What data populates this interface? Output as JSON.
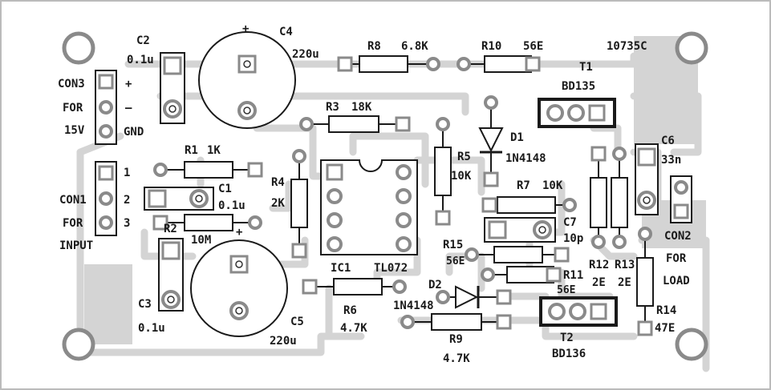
{
  "board_id": "10735C",
  "connectors": {
    "con3": {
      "name": "CON3",
      "for": "FOR",
      "voltage": "15V",
      "plus": "+",
      "minus": "–",
      "gnd": "GND"
    },
    "con1": {
      "name": "CON1",
      "for": "FOR",
      "input": "INPUT",
      "pin1": "1",
      "pin2": "2",
      "pin3": "3"
    },
    "con2": {
      "name": "CON2",
      "for": "FOR",
      "load": "LOAD"
    }
  },
  "components": {
    "c1": {
      "ref": "C1",
      "value": "0.1u"
    },
    "c2": {
      "ref": "C2",
      "value": "0.1u"
    },
    "c3": {
      "ref": "C3",
      "value": "0.1u"
    },
    "c4": {
      "ref": "C4",
      "value": "220u",
      "plus": "+"
    },
    "c5": {
      "ref": "C5",
      "value": "220u",
      "plus": "+"
    },
    "c6": {
      "ref": "C6",
      "value": "33n"
    },
    "c7": {
      "ref": "C7",
      "value": "10p"
    },
    "r1": {
      "ref": "R1",
      "value": "1K"
    },
    "r2": {
      "ref": "R2",
      "value": "10M"
    },
    "r3": {
      "ref": "R3",
      "value": "18K"
    },
    "r4": {
      "ref": "R4",
      "value": "2K"
    },
    "r5": {
      "ref": "R5",
      "value": "10K"
    },
    "r6": {
      "ref": "R6",
      "value": "4.7K"
    },
    "r7": {
      "ref": "R7",
      "value": "10K"
    },
    "r8": {
      "ref": "R8",
      "value": "6.8K"
    },
    "r9": {
      "ref": "R9",
      "value": "4.7K"
    },
    "r10": {
      "ref": "R10",
      "value": "56E"
    },
    "r11": {
      "ref": "R11",
      "value": "56E"
    },
    "r12": {
      "ref": "R12",
      "value": "2E"
    },
    "r13": {
      "ref": "R13",
      "value": "2E"
    },
    "r14": {
      "ref": "R14",
      "value": "47E"
    },
    "r15": {
      "ref": "R15",
      "value": "56E"
    },
    "d1": {
      "ref": "D1",
      "value": "1N4148"
    },
    "d2": {
      "ref": "D2",
      "value": "1N4148"
    },
    "ic1": {
      "ref": "IC1",
      "value": "TL072"
    },
    "t1": {
      "ref": "T1",
      "value": "BD135"
    },
    "t2": {
      "ref": "T2",
      "value": "BD136"
    }
  }
}
